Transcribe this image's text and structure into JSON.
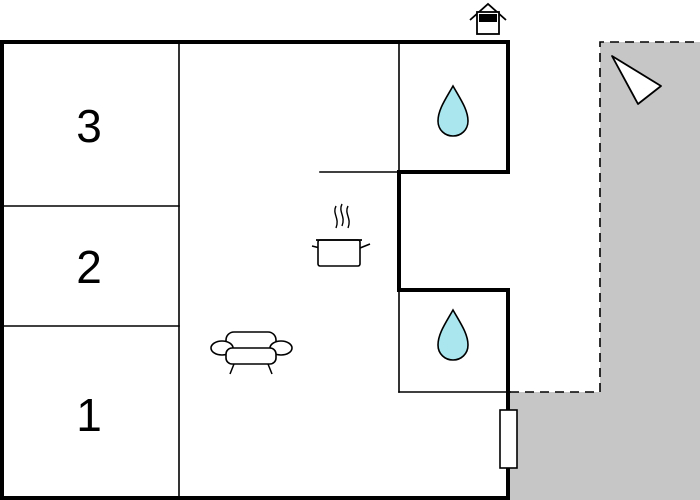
{
  "floor_plan": {
    "rooms": [
      {
        "label": "3"
      },
      {
        "label": "2"
      },
      {
        "label": "1"
      }
    ],
    "icons": {
      "entrance": "house-entrance-icon",
      "compass": "north-arrow-icon",
      "kitchen": "cooking-pot-icon",
      "living": "sofa-icon",
      "bathroom": "water-drop-icon",
      "door": "door-icon"
    },
    "colors": {
      "wall": "#000000",
      "terrace_fill": "#c6c6c6",
      "water_drop": "#a9e6ee",
      "background": "#ffffff"
    }
  }
}
